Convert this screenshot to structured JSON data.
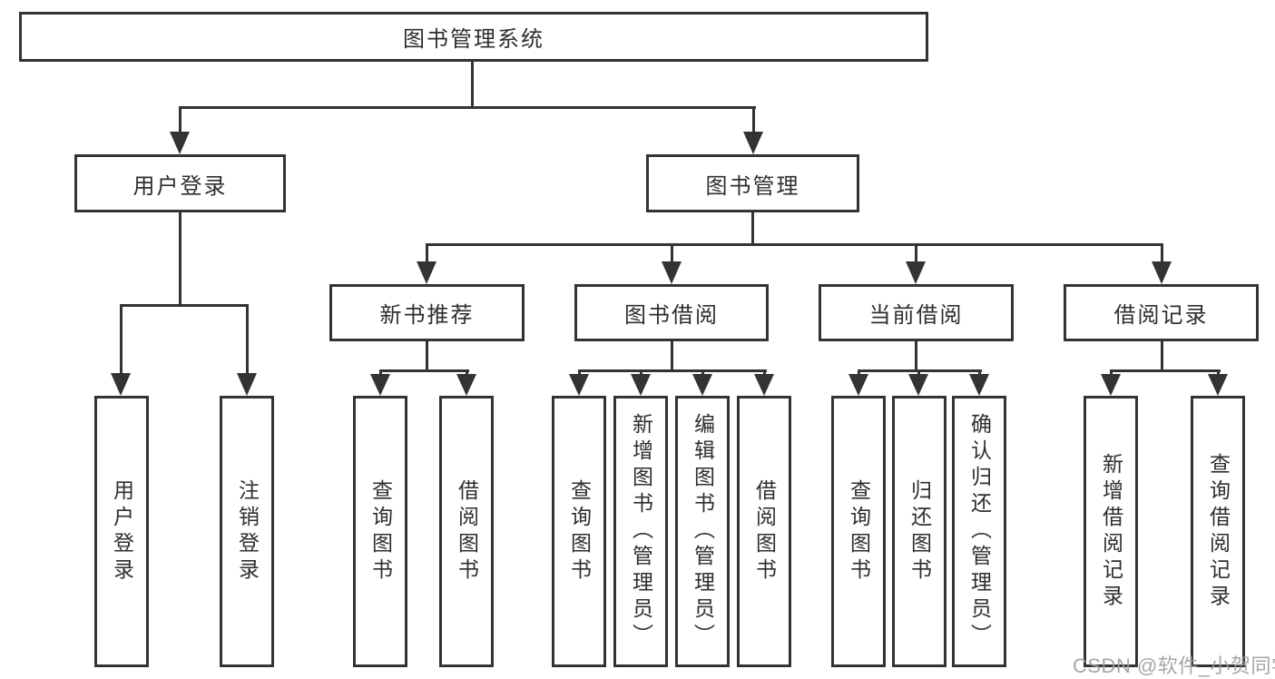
{
  "diagram": {
    "root": "图书管理系统",
    "level2": {
      "user_login": "用户登录",
      "book_mgmt": "图书管理"
    },
    "level3": {
      "new_book_rec": "新书推荐",
      "book_borrow": "图书借阅",
      "current_borrow": "当前借阅",
      "borrow_records": "借阅记录"
    },
    "leaves": {
      "user_login": "用户登录",
      "logout": "注销登录",
      "nbr_query_books": "查询图书",
      "nbr_borrow_books": "借阅图书",
      "bb_query_books": "查询图书",
      "bb_add_books_admin": "新增图书（管理员）",
      "bb_edit_books_admin": "编辑图书（管理员）",
      "bb_borrow_books": "借阅图书",
      "cb_query_books": "查询图书",
      "cb_return_books": "归还图书",
      "cb_confirm_return_admin": "确认归还（管理员）",
      "br_add_record": "新增借阅记录",
      "br_query_record": "查询借阅记录"
    }
  },
  "watermark": "CSDN @软件_小贺同学",
  "colors": {
    "line": "#333333",
    "text": "#2e2e2e",
    "watermark": "#9e9e9e",
    "background": "#ffffff"
  }
}
